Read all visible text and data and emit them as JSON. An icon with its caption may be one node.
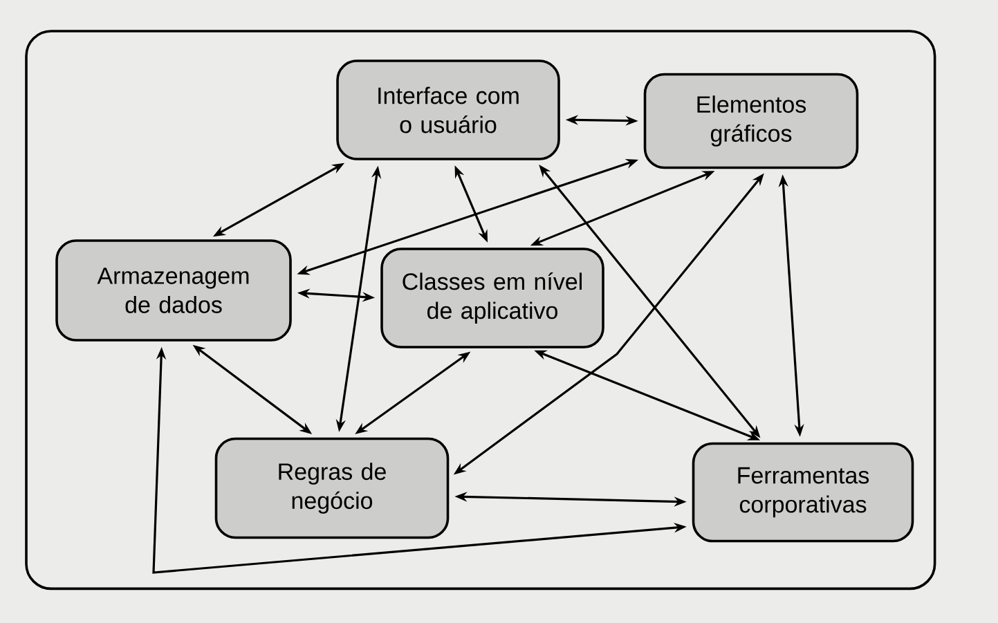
{
  "diagram": {
    "nodes": [
      {
        "text": [],
        "shape": "box"
      },
      {
        "text": [
          "Interface com o usuário"
        ],
        "in": 0
      },
      {
        "text": [
          "Elementos gráficos"
        ],
        "in": 0
      },
      {
        "text": [
          "Armazenagem de dados"
        ],
        "in": 0
      },
      {
        "text": [
          "Classes em nível de aplicativo"
        ],
        "in": 0
      },
      {
        "text": [
          "Regras de negócio"
        ],
        "in": 0
      },
      {
        "text": [
          "Ferramentas corporativas"
        ],
        "in": 0
      }
    ],
    "edges": [
      {
        "from": 1,
        "to": 2,
        "arrow": "both"
      },
      {
        "from": 3,
        "to": 1,
        "arrow": "both"
      },
      {
        "from": 3,
        "to": 2,
        "arrow": "both"
      },
      {
        "from": 3,
        "to": 4,
        "arrow": "both"
      },
      {
        "from": 1,
        "to": 4,
        "arrow": "both"
      },
      {
        "from": 4,
        "to": 2,
        "arrow": "both"
      },
      {
        "from": 1,
        "to": 5,
        "arrow": "both"
      },
      {
        "from": 1,
        "to": 6,
        "arrow": "both"
      },
      {
        "from": 3,
        "to": 5,
        "arrow": "both"
      },
      {
        "from": 4,
        "to": 5,
        "arrow": "both"
      },
      {
        "from": 5,
        "to": 2,
        "arrow": "both"
      },
      {
        "from": 4,
        "to": 6,
        "arrow": "both"
      },
      {
        "from": 2,
        "to": 6,
        "arrow": "both"
      },
      {
        "from": 5,
        "to": 6,
        "arrow": "both"
      },
      {
        "from": 3,
        "to": 6,
        "arrow": "both"
      }
    ]
  }
}
